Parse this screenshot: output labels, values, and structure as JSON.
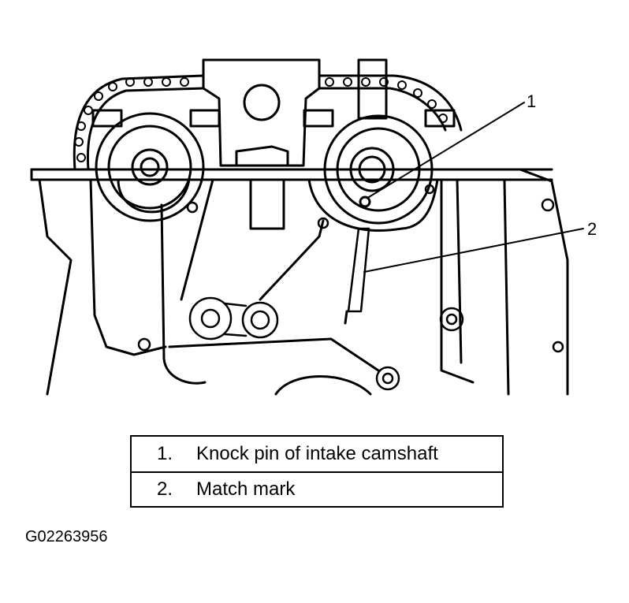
{
  "callouts": [
    "1",
    "2"
  ],
  "legend": {
    "rows": [
      {
        "num": "1.",
        "text": "Knock pin of intake camshaft"
      },
      {
        "num": "2.",
        "text": "Match mark"
      }
    ]
  },
  "figure_id": "G02263956"
}
